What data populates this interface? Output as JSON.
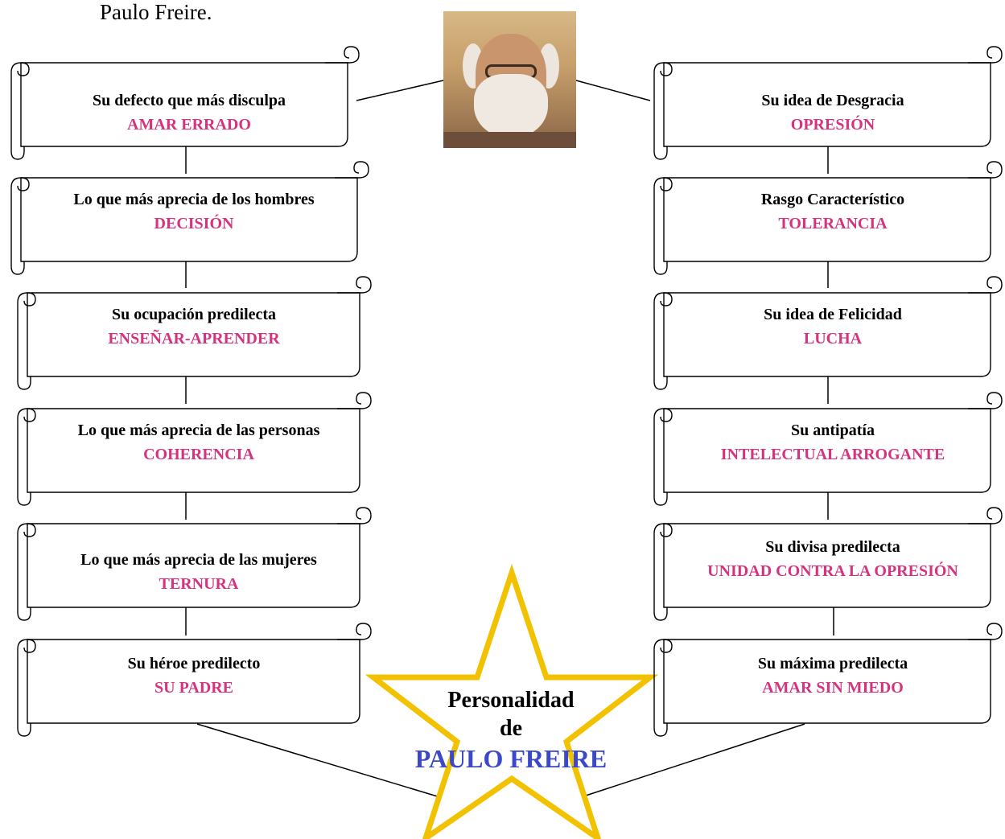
{
  "caption": "Paulo Freire.",
  "left_boxes": [
    {
      "label": "Su defecto que más disculpa",
      "value": "AMAR ERRADO"
    },
    {
      "label": "Lo que más aprecia de los hombres",
      "value": "DECISIÓN"
    },
    {
      "label": "Su ocupación predilecta",
      "value": "ENSEÑAR-APRENDER"
    },
    {
      "label": "Lo que más aprecia de las personas",
      "value": "COHERENCIA"
    },
    {
      "label": "Lo que más aprecia de las mujeres",
      "value": "TERNURA"
    },
    {
      "label": "Su héroe predilecto",
      "value": "SU PADRE"
    }
  ],
  "right_boxes": [
    {
      "label": "Su idea de Desgracia",
      "value": "OPRESIÓN"
    },
    {
      "label": "Rasgo Característico",
      "value": "TOLERANCIA"
    },
    {
      "label": "Su idea de Felicidad",
      "value": "LUCHA"
    },
    {
      "label": "Su antipatía",
      "value": "INTELECTUAL ARROGANTE"
    },
    {
      "label": "Su divisa predilecta",
      "value": "UNIDAD CONTRA LA OPRESIÓN"
    },
    {
      "label": "Su máxima predilecta",
      "value": "AMAR SIN MIEDO"
    }
  ],
  "center": {
    "line1": "Personalidad",
    "line2": "de",
    "line3": "PAULO FREIRE"
  },
  "colors": {
    "value_text": "#d6337f",
    "name_text": "#3b49c9",
    "star_outline": "#f2c200"
  }
}
